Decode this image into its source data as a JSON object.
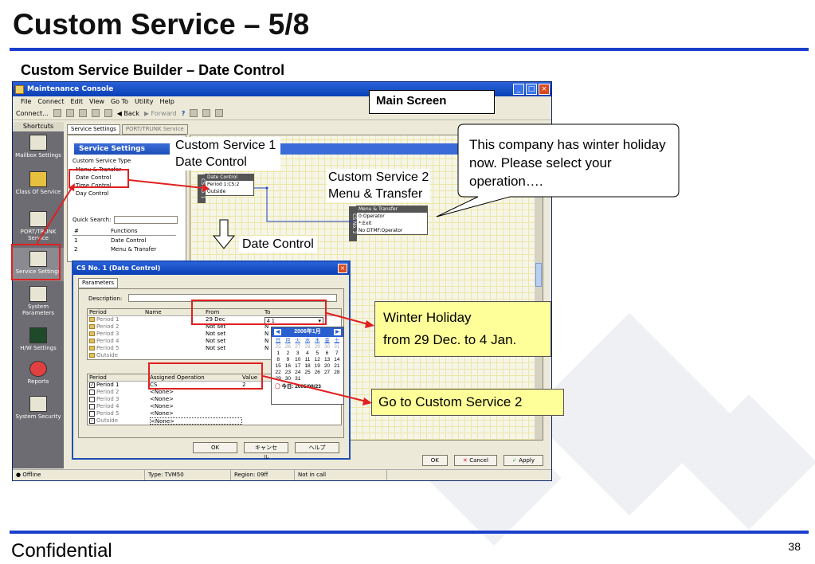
{
  "slide": {
    "title": "Custom Service – 5/8",
    "subtitle": "Custom Service Builder – Date Control",
    "footer": "Confidential",
    "page_number": "38"
  },
  "app": {
    "window_title": "Maintenance Console",
    "menu": [
      "File",
      "Connect",
      "Edit",
      "View",
      "Go To",
      "Utility",
      "Help"
    ],
    "toolbar": {
      "connect": "Connect...",
      "back": "Back",
      "forward": "Forward"
    },
    "sidebar": {
      "header": "Shortcuts",
      "items": [
        {
          "label": "Mailbox Settings",
          "icon": "mailbox-icon"
        },
        {
          "label": "Class Of Service",
          "icon": "class-of-service-icon"
        },
        {
          "label": "PORT/TRUNK Service",
          "icon": "port-trunk-icon"
        },
        {
          "label": "Service Settings",
          "icon": "service-settings-icon"
        },
        {
          "label": "System Parameters",
          "icon": "system-parameters-icon"
        },
        {
          "label": "H/W Settings",
          "icon": "hw-settings-icon"
        },
        {
          "label": "Reports",
          "icon": "reports-icon"
        },
        {
          "label": "System Security",
          "icon": "system-security-icon"
        }
      ]
    },
    "tabs": [
      "Service Settings",
      "PORT/TRUNK Service"
    ],
    "panel": {
      "header": "Service Settings",
      "type_label": "Custom Service Type",
      "types": [
        "Menu & Transfer",
        "Date Control",
        "Time Control",
        "Day Control"
      ],
      "quick_search_label": "Quick Search:",
      "functions_header": [
        "#",
        "Functions"
      ],
      "functions": [
        [
          "1",
          "Date Control"
        ],
        [
          "2",
          "Menu & Transfer"
        ]
      ]
    },
    "canvas": {
      "node1": {
        "title": "Date Control",
        "side": "CS No. 1",
        "rows": [
          "Period 1:CS:2",
          "Outside"
        ]
      },
      "node2": {
        "title": "Menu & Transfer",
        "side": "CS No. 2",
        "rows": [
          "0:Operator",
          "*:Exit",
          "No DTMF:Operator"
        ]
      }
    },
    "bottom_buttons": [
      "OK",
      "Cancel",
      "Apply"
    ],
    "status": {
      "connection": "Offline",
      "type": "Type: TVM50",
      "region": "Region: 09ff",
      "call": "Not in call"
    }
  },
  "dialog": {
    "title": "CS No. 1 (Date Control)",
    "tab": "Parameters",
    "description_label": "Description:",
    "period_headers": [
      "Period",
      "Name",
      "From",
      "To"
    ],
    "periods": [
      {
        "period": "Period 1",
        "name": "",
        "from": "29 Dec",
        "to": "4 1"
      },
      {
        "period": "Period 2",
        "name": "",
        "from": "Not set",
        "to": "N"
      },
      {
        "period": "Period 3",
        "name": "",
        "from": "Not set",
        "to": "N"
      },
      {
        "period": "Period 4",
        "name": "",
        "from": "Not set",
        "to": "N"
      },
      {
        "period": "Period 5",
        "name": "",
        "from": "Not set",
        "to": "N"
      },
      {
        "period": "Outside",
        "name": "",
        "from": "",
        "to": ""
      }
    ],
    "op_headers": [
      "Period",
      "Assigned Operation",
      "Value"
    ],
    "operations": [
      {
        "period": "Period 1",
        "op": "CS",
        "value": "2",
        "checked": true
      },
      {
        "period": "Period 2",
        "op": "<None>",
        "value": "",
        "checked": false
      },
      {
        "period": "Period 3",
        "op": "<None>",
        "value": "",
        "checked": false
      },
      {
        "period": "Period 4",
        "op": "<None>",
        "value": "",
        "checked": false
      },
      {
        "period": "Period 5",
        "op": "<None>",
        "value": "",
        "checked": false
      },
      {
        "period": "Outside",
        "op": "<None>",
        "value": "",
        "checked": true
      }
    ],
    "buttons": [
      "OK",
      "キャンセル",
      "ヘルプ"
    ]
  },
  "calendar": {
    "month": "2006年1月",
    "weekdays": [
      "日",
      "月",
      "火",
      "水",
      "木",
      "金",
      "土"
    ],
    "days": [
      "25",
      "26",
      "27",
      "28",
      "29",
      "30",
      "31",
      "1",
      "2",
      "3",
      "4",
      "5",
      "6",
      "7",
      "8",
      "9",
      "10",
      "11",
      "12",
      "13",
      "14",
      "15",
      "16",
      "17",
      "18",
      "19",
      "20",
      "21",
      "22",
      "23",
      "24",
      "25",
      "26",
      "27",
      "28",
      "29",
      "30",
      "31"
    ],
    "today": "今日: 2005/08/23"
  },
  "annotations": {
    "main_screen": "Main Screen",
    "cs1": [
      "Custom Service 1",
      "Date Control"
    ],
    "cs2": [
      "Custom Service 2",
      "Menu & Transfer"
    ],
    "date_control": "Date Control",
    "speech": "This company has winter holiday now. Please select your operation….",
    "winter": [
      "Winter Holiday",
      "from 29 Dec. to 4 Jan."
    ],
    "goto_cs2": "Go to Custom Service 2"
  }
}
